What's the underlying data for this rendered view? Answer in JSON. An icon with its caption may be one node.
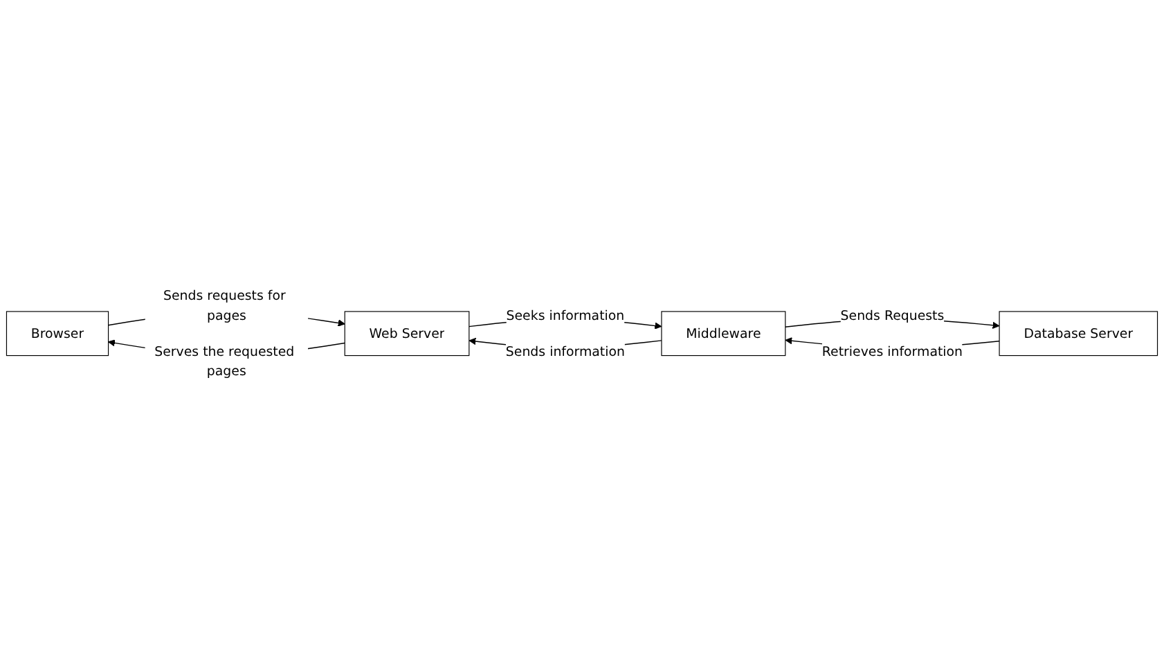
{
  "diagram": {
    "nodes": [
      {
        "text": [
          "Browser"
        ]
      },
      {
        "text": [
          "Web Server"
        ]
      },
      {
        "text": [
          "Middleware"
        ]
      },
      {
        "text": [
          "Database Server"
        ]
      }
    ],
    "edges": [
      {
        "from": 1,
        "to": 0,
        "arrow": "to",
        "label": "Serves the requested pages"
      },
      {
        "from": 0,
        "to": 1,
        "arrow": "to",
        "label": "Sends requests for pages"
      },
      {
        "from": 1,
        "to": 2,
        "arrow": "to",
        "label": "Seeks information"
      },
      {
        "from": 2,
        "to": 1,
        "arrow": "to",
        "label": "Sends information"
      },
      {
        "from": 2,
        "to": 3,
        "arrow": "to",
        "label": "Sends Requests"
      },
      {
        "from": 3,
        "to": 2,
        "arrow": "to",
        "label": "Retrieves information"
      }
    ]
  }
}
